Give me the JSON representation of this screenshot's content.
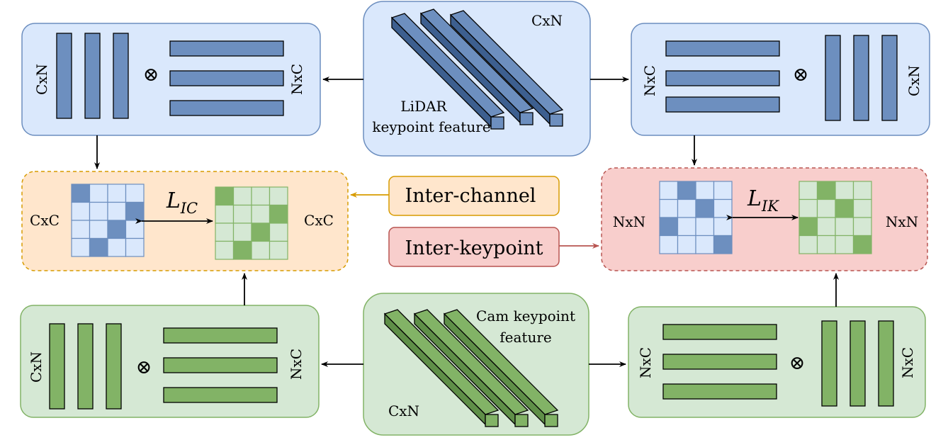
{
  "colors": {
    "blue_box_fill": "#dae8fc",
    "blue_box_stroke": "#6c8ebf",
    "blue_bar": "#6d8fbf",
    "blue_cell_light": "#dae8fc",
    "green_box_fill": "#d5e8d4",
    "green_box_stroke": "#82b366",
    "green_bar": "#82b366",
    "green_cell_light": "#d5e8d4",
    "orange_fill": "#ffe6cc",
    "orange_stroke": "#d79b00",
    "red_fill": "#f8cecc",
    "red_stroke": "#b85450",
    "arrow": "#000000"
  },
  "lidar": {
    "label_line1": "LiDAR",
    "label_line2": "keypoint feature",
    "dim": "CxN"
  },
  "cam": {
    "label_line1": "Cam keypoint",
    "label_line2": "feature",
    "dim": "CxN"
  },
  "top_left": {
    "left_dim": "CxN",
    "op": "⊗",
    "right_dim": "NxC"
  },
  "top_right": {
    "left_dim": "NxC",
    "op": "⊗",
    "right_dim": "CxN"
  },
  "bottom_left": {
    "left_dim": "CxN",
    "op": "⊗",
    "right_dim": "NxC"
  },
  "bottom_right": {
    "left_dim": "NxC",
    "op": "⊗",
    "right_dim": "NxC"
  },
  "inter_channel": {
    "label": "Inter-channel",
    "left_dim": "CxC",
    "right_dim": "CxC",
    "loss_main": "L",
    "loss_sub": "IC"
  },
  "inter_keypoint": {
    "label": "Inter-keypoint",
    "left_dim": "NxN",
    "right_dim": "NxN",
    "loss_main": "L",
    "loss_sub": "IK"
  }
}
